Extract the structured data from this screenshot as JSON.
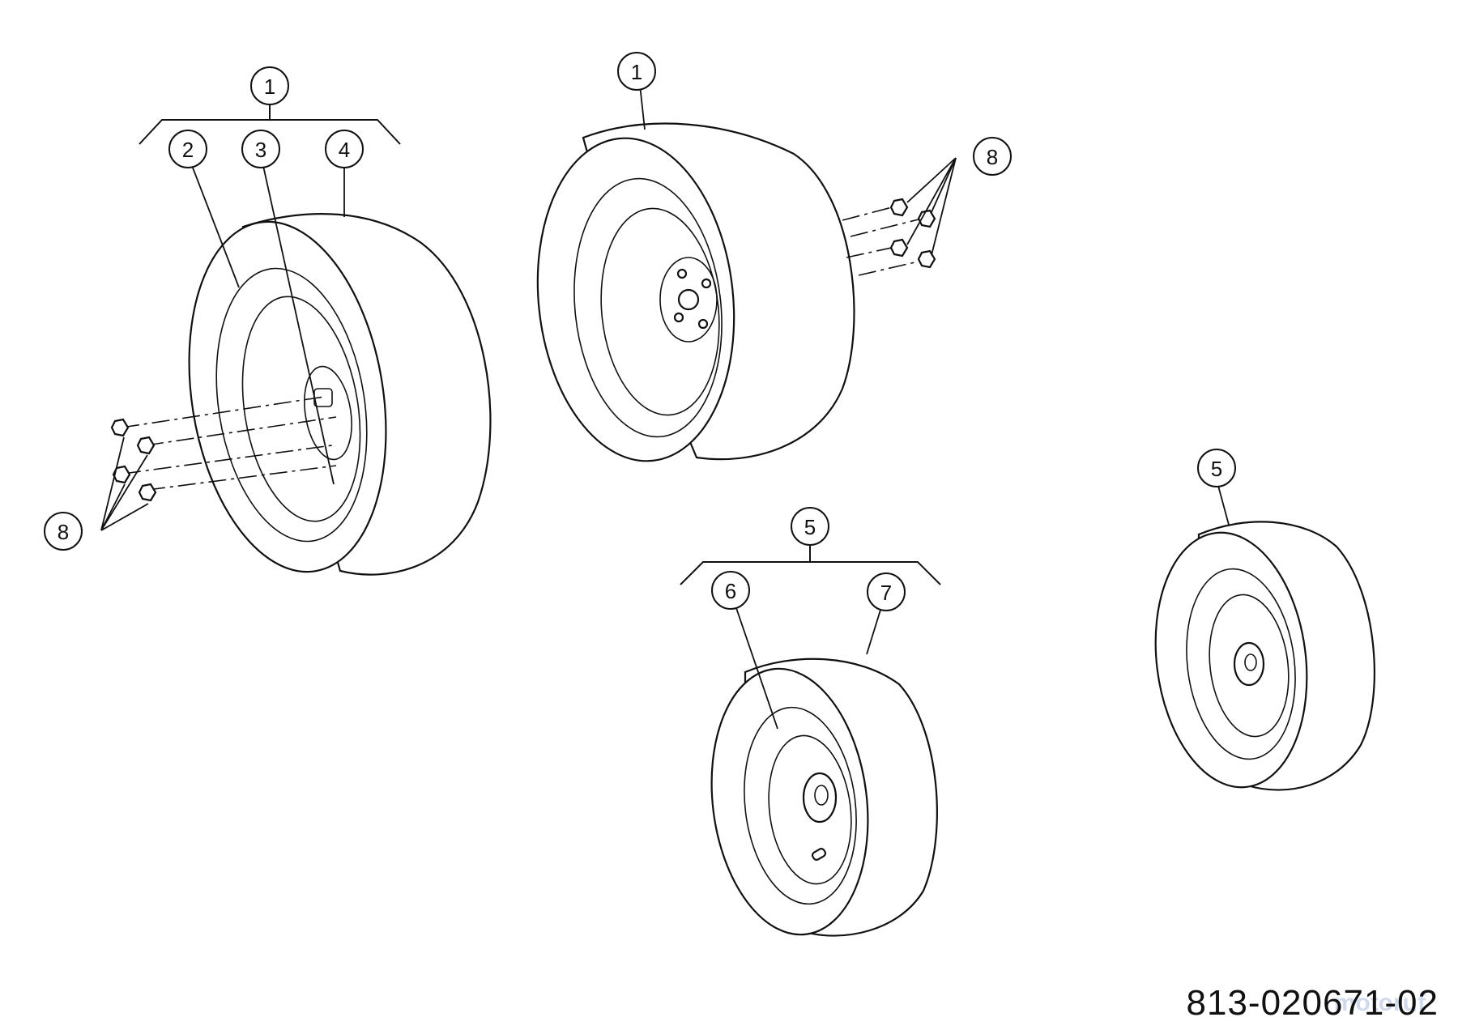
{
  "callouts": {
    "c1a": "1",
    "c1b": "1",
    "c2": "2",
    "c3": "3",
    "c4": "4",
    "c5a": "5",
    "c5b": "5",
    "c6": "6",
    "c7": "7",
    "c8a": "8",
    "c8b": "8"
  },
  "drawing_number": "813-020671-02",
  "watermark_text": "motoruf"
}
